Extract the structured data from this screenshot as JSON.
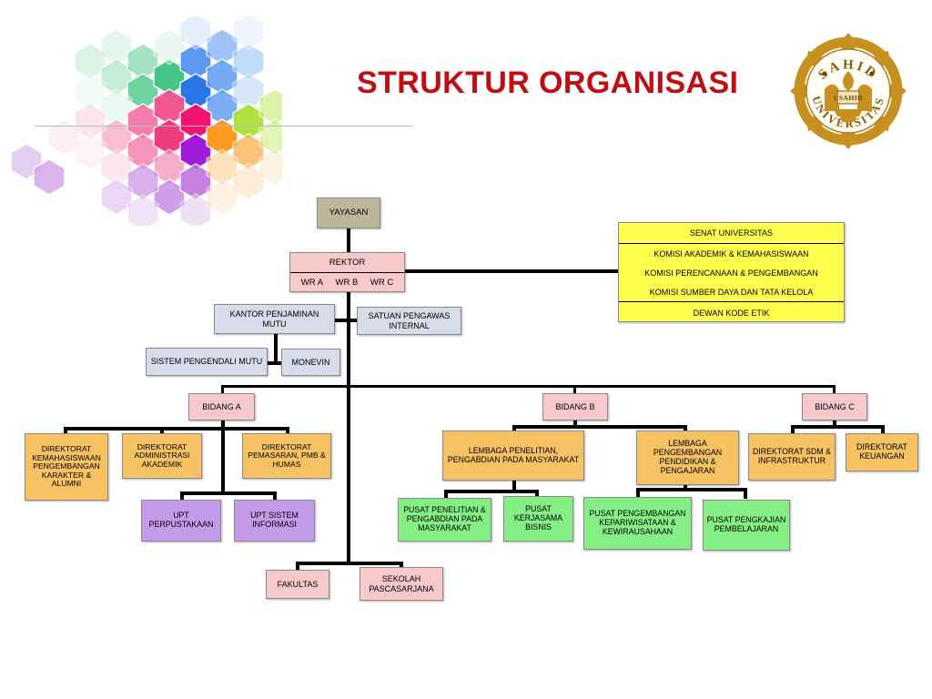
{
  "page": {
    "title": "STRUKTUR ORGANISASI",
    "title_color": "#bd0f14",
    "background": "#ffffff"
  },
  "logo": {
    "name": "sahid-university-seal",
    "outer_text": "SAHID",
    "lower_text": "UNIVERSITAS",
    "inner_text": "USAHID",
    "color": "#c8901f"
  },
  "decoration": {
    "name": "hexagon-mosaic",
    "colors": [
      "#2ecc71",
      "#3b82e8",
      "#f21f6b",
      "#9b0fd6",
      "#ff9416",
      "#a8e02a",
      "#b98ae0",
      "#7fd4f5"
    ]
  },
  "colors": {
    "khaki": "#bdb79a",
    "pink": "#f7c9ca",
    "yellow": "#ffff4d",
    "blue_gray": "#d6dce9",
    "orange": "#f6c264",
    "purple": "#c49be8",
    "green": "#85ef85",
    "line": "#000000"
  },
  "nodes": {
    "yayasan": "YAYASAN",
    "rektor": "REKTOR",
    "wr_a": "WR A",
    "wr_b": "WR B",
    "wr_c": "WR C",
    "kantor_penjaminan_mutu": "KANTOR PENJAMINAN MUTU",
    "satuan_pengawas_internal": "SATUAN PENGAWAS INTERNAL",
    "sistem_pengendali_mutu": "SISTEM PENGENDALI MUTU",
    "monevin": "MONEVIN",
    "bidang_a": "BIDANG A",
    "bidang_b": "BIDANG B",
    "bidang_c": "BIDANG C",
    "dir_kemahasiswaan": "DIREKTORAT KEMAHASISWAAN PENGEMBANGAN KARAKTER & ALUMNI",
    "dir_administrasi_akademik": "DIREKTORAT ADMINISTRASI AKADEMIK",
    "dir_pemasaran": "DIREKTORAT PEMASARAN, PMB & HUMAS",
    "upt_perpustakaan": "UPT PERPUSTAKAAN",
    "upt_sistem_informasi": "UPT SISTEM INFORMASI",
    "lembaga_penelitian": "LEMBAGA PENELITIAN, PENGABDIAN PADA MASYARAKAT",
    "lembaga_pengembangan": "LEMBAGA PENGEMBANGAN PENDIDIKAN & PENGAJARAN",
    "pusat_penelitian": "PUSAT PENELITIAN & PENGABDIAN PADA MASYARAKAT",
    "pusat_kerjasama_bisnis": "PUSAT KERJASAMA BISNIS",
    "pusat_kepariwisataan": "PUSAT PENGEMBANGAN KEPARIWISATAAN & KEWIRAUSAHAAN",
    "pusat_pengkajian": "PUSAT PENGKAJIAN PEMBELAJARAN",
    "dir_sdm": "DIREKTORAT SDM & INFRASTRUKTUR",
    "dir_keuangan": "DIREKTORAT KEUANGAN",
    "fakultas": "FAKULTAS",
    "sekolah_pascasarjana": "SEKOLAH PASCASARJANA"
  },
  "senat": {
    "rows": [
      "SENAT UNIVERSITAS",
      "KOMISI AKADEMIK & KEMAHASISWAAN",
      "KOMISI PERENCANAAN & PENGEMBANGAN",
      "KOMISI SUMBER DAYA DAN  TATA KELOLA",
      "DEWAN KODE ETIK"
    ]
  }
}
